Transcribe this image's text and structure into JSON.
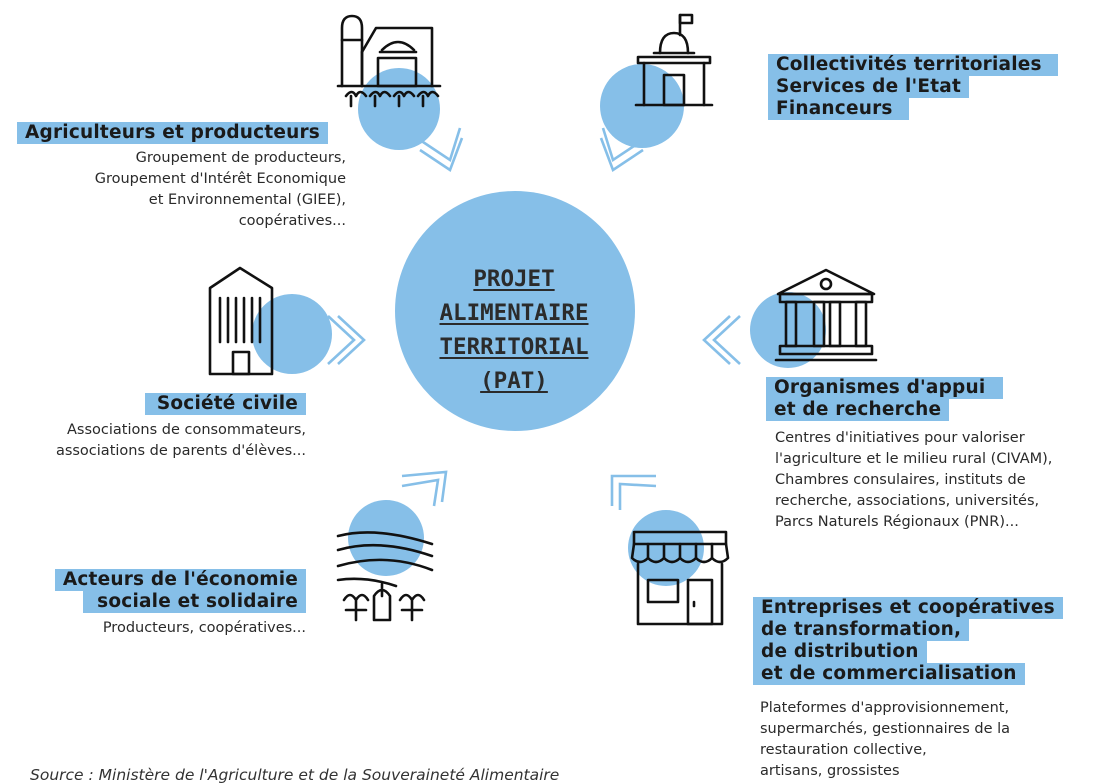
{
  "center": {
    "lines": [
      "PROJET",
      "ALIMENTAIRE",
      "TERRITORIAL",
      "(PAT)"
    ]
  },
  "groups": {
    "agriculteurs": {
      "title": "Agriculteurs et producteurs",
      "desc": [
        "Groupement  de producteurs,",
        "Groupement d'Intérêt Economique",
        "et Environnemental (GIEE),",
        "coopératives..."
      ],
      "icon": "farm-barn-icon"
    },
    "collectivites": {
      "titles": [
        "Collectivités territoriales",
        "Services de l'Etat",
        "Financeurs"
      ],
      "icon": "capitol-building-icon"
    },
    "societe": {
      "title": "Société civile",
      "desc": [
        "Associations de consommateurs,",
        "associations de parents d'élèves..."
      ],
      "icon": "building-icon"
    },
    "organismes": {
      "titles": [
        "Organismes d'appui",
        "et de recherche"
      ],
      "desc": [
        "Centres d'initiatives pour valoriser",
        "l'agriculture et le milieu rural (CIVAM),",
        "Chambres consulaires, instituts de",
        "recherche, associations, universités,",
        "Parcs Naturels Régionaux (PNR)..."
      ],
      "icon": "institution-columns-icon"
    },
    "ess": {
      "titles": [
        "Acteurs de l'économie",
        "sociale et solidaire"
      ],
      "desc": [
        "Producteurs, coopératives..."
      ],
      "icon": "fields-crops-icon"
    },
    "entreprises": {
      "titles": [
        "Entreprises et coopératives",
        "de transformation,",
        "de distribution",
        "et de commercialisation"
      ],
      "desc": [
        "Plateformes d'approvisionnement,",
        "supermarchés, gestionnaires de la",
        "restauration collective,",
        "artisans, grossistes"
      ],
      "icon": "shop-storefront-icon"
    }
  },
  "source": "Source : Ministère de l'Agriculture et de la Souveraineté Alimentaire",
  "colors": {
    "accent": "#86bfe8",
    "stroke": "#111111"
  }
}
